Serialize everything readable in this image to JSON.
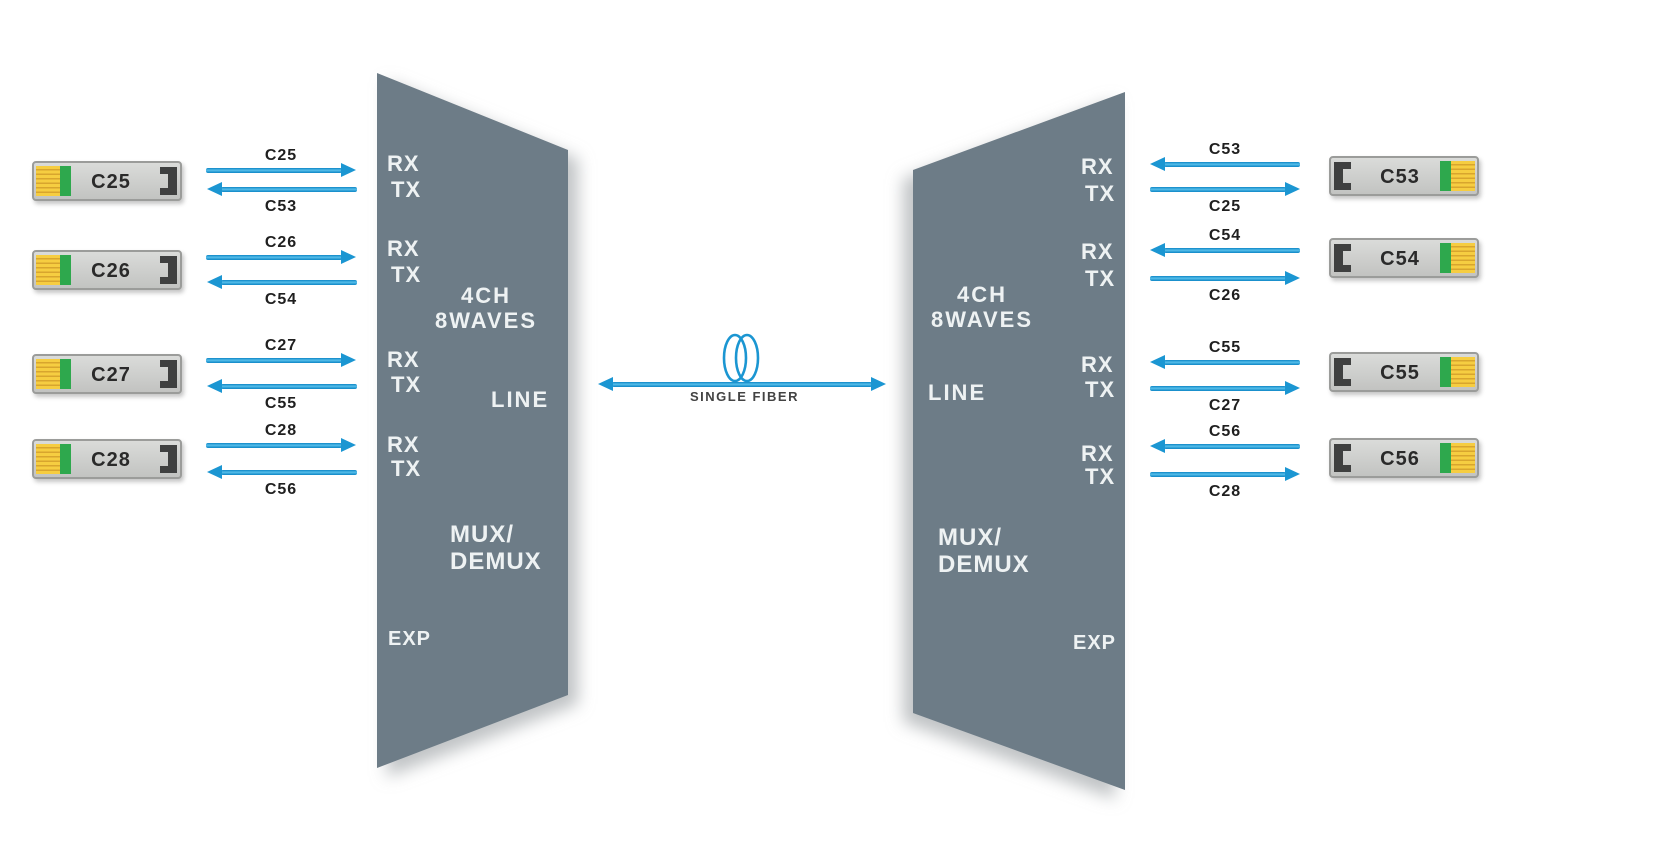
{
  "left_mux": {
    "channels_line1": "4CH",
    "channels_line2": "8WAVES",
    "line_port": "LINE",
    "function_line1": "MUX/",
    "function_line2": "DEMUX",
    "exp_port": "EXP",
    "ports": [
      {
        "rx": "RX",
        "tx": "TX"
      },
      {
        "rx": "RX",
        "tx": "TX"
      },
      {
        "rx": "RX",
        "tx": "TX"
      },
      {
        "rx": "RX",
        "tx": "TX"
      }
    ]
  },
  "right_mux": {
    "channels_line1": "4CH",
    "channels_line2": "8WAVES",
    "line_port": "LINE",
    "function_line1": "MUX/",
    "function_line2": "DEMUX",
    "exp_port": "EXP",
    "ports": [
      {
        "rx": "RX",
        "tx": "TX"
      },
      {
        "rx": "RX",
        "tx": "TX"
      },
      {
        "rx": "RX",
        "tx": "TX"
      },
      {
        "rx": "RX",
        "tx": "TX"
      }
    ]
  },
  "left_side": {
    "modules": [
      "C25",
      "C26",
      "C27",
      "C28"
    ],
    "links": [
      {
        "transmit": "C25",
        "receive": "C53"
      },
      {
        "transmit": "C26",
        "receive": "C54"
      },
      {
        "transmit": "C27",
        "receive": "C55"
      },
      {
        "transmit": "C28",
        "receive": "C56"
      }
    ]
  },
  "right_side": {
    "modules": [
      "C53",
      "C54",
      "C55",
      "C56"
    ],
    "links": [
      {
        "transmit": "C53",
        "receive": "C25"
      },
      {
        "transmit": "C54",
        "receive": "C26"
      },
      {
        "transmit": "C55",
        "receive": "C27"
      },
      {
        "transmit": "C56",
        "receive": "C28"
      }
    ]
  },
  "fiber_link": {
    "label": "SINGLE FIBER",
    "icon": "fiber-coil-icon"
  },
  "colors": {
    "panel": "#6d7c87",
    "arrow_blue": "#1b96d2",
    "panel_text": "#eef2f3",
    "channel_label_text": "#1f1f1f",
    "module_body": "#cbccca",
    "module_green": "#2ea84d",
    "module_yellow": "#f5c838",
    "module_latch": "#3f4040"
  }
}
